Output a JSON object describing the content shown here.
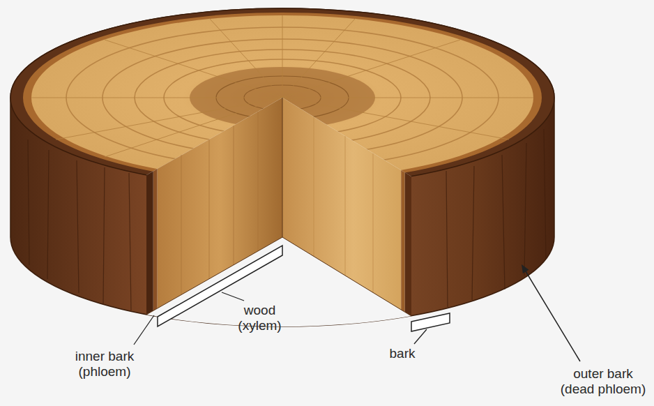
{
  "diagram": {
    "labels": [
      "wood (xylem)",
      "inner bark (phloem)",
      "bark",
      "outer bark (dead phloem)"
    ]
  }
}
